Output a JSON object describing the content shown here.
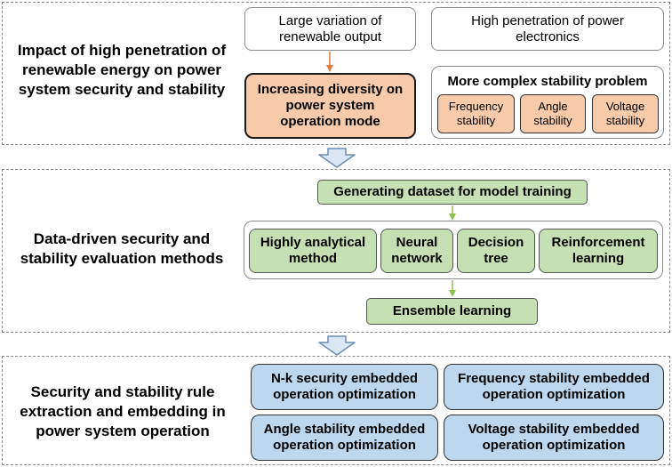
{
  "section1": {
    "label": "Impact of high penetration of\nrenewable energy on power\nsystem security and stability",
    "large_variation": "Large variation of\nrenewable output",
    "high_penetration": "High penetration of power\nelectronics",
    "increasing_diversity": "Increasing diversity on\npower system\noperation mode",
    "complex_stability_title": "More complex stability problem",
    "stability_types": [
      "Frequency\nstability",
      "Angle\nstability",
      "Voltage\nstability"
    ]
  },
  "section2": {
    "label": "Data-driven security and\nstability evaluation methods",
    "dataset": "Generating dataset for model training",
    "methods": [
      "Highly analytical\nmethod",
      "Neural\nnetwork",
      "Decision\ntree",
      "Reinforcement\nlearning"
    ],
    "ensemble": "Ensemble learning"
  },
  "section3": {
    "label": "Security and stability rule\nextraction and embedding in\npower system operation",
    "optimizations": [
      "N-k security embedded\noperation optimization",
      "Frequency stability embedded\noperation optimization",
      "Angle stability embedded\noperation optimization",
      "Voltage stability embedded\noperation optimization"
    ]
  },
  "colors": {
    "orange_fill": "#f7cbaa",
    "orange_arrow": "#e07b39",
    "green_fill": "#c5e0b3",
    "green_arrow": "#8cc152",
    "blue_fill": "#bdd7ee",
    "big_arrow_fill": "#dae8f5",
    "big_arrow_stroke": "#6b8db5"
  }
}
